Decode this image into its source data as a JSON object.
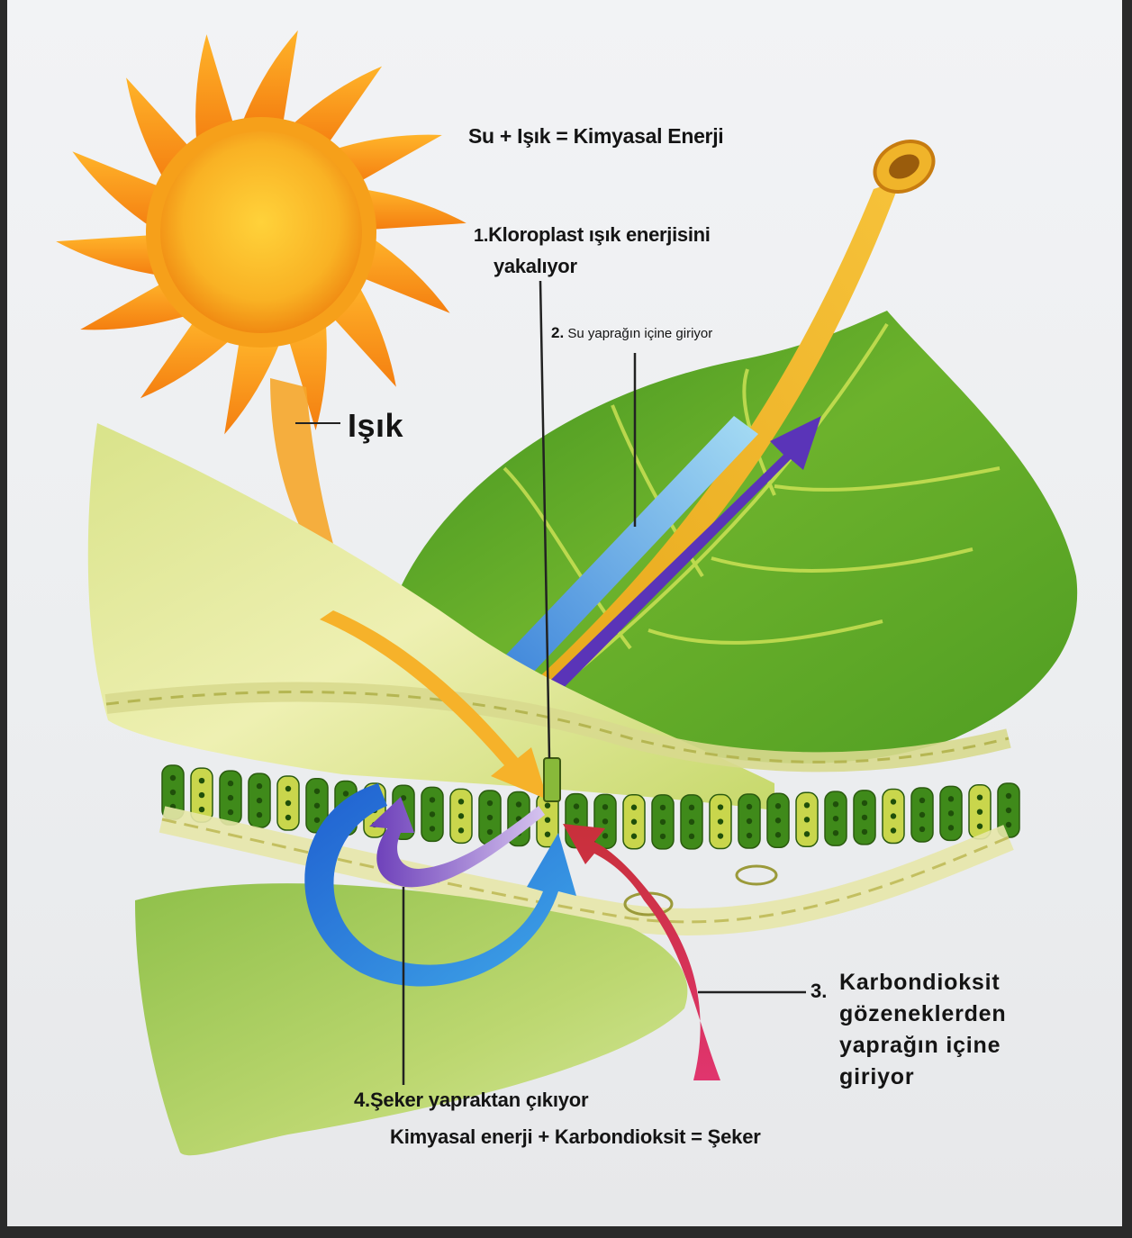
{
  "equation_top": "Su + Işık = Kimyasal Enerji",
  "steps": {
    "step1": {
      "number": "1.",
      "lines": [
        "Kloroplast ışık enerjisini",
        "yakalıyor"
      ]
    },
    "step2": {
      "number": "2.",
      "text": "Su yaprağın içine giriyor"
    },
    "step3": {
      "number": "3.",
      "lines": [
        "Karbondioksit",
        "gözeneklerden",
        "yaprağın içine",
        "giriyor"
      ]
    },
    "step4": {
      "number": "4.",
      "text": "Şeker yapraktan çıkıyor"
    }
  },
  "light_label": "Işık",
  "equation_bottom": "Kimyasal enerji + Karbondioksit = Şeker",
  "colors": {
    "sun": "#f7a51c",
    "leaf": "#5aa62a",
    "water_arrow": "#5fb3e8",
    "carbon_dioxide_arrow": "#e0356e",
    "sugar_arrow": "#7a4fc0",
    "chemical_energy_arrow": "#2f6fd6"
  }
}
